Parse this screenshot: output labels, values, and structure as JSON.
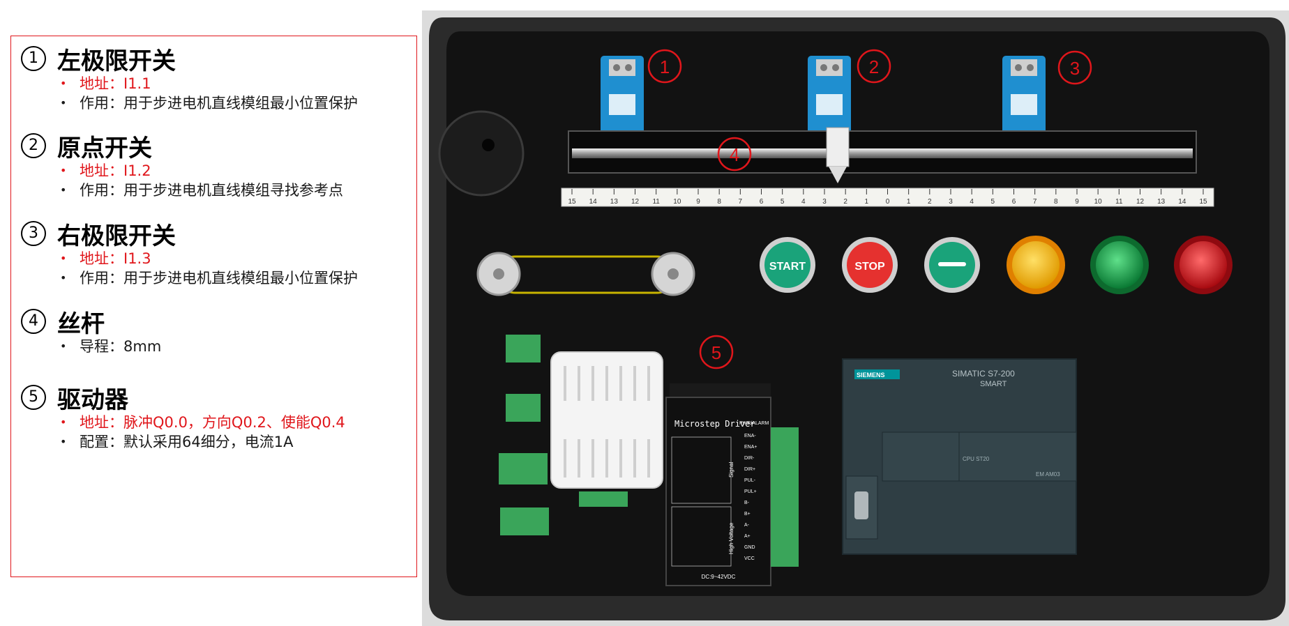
{
  "sections": [
    {
      "num": "1",
      "title": "左极限开关",
      "bullets": [
        {
          "text": "地址：I1.1",
          "red": true
        },
        {
          "text": "作用：用于步进电机直线模组最小位置保护",
          "red": false
        }
      ]
    },
    {
      "num": "2",
      "title": "原点开关",
      "bullets": [
        {
          "text": "地址：I1.2",
          "red": true
        },
        {
          "text": "作用：用于步进电机直线模组寻找参考点",
          "red": false
        }
      ]
    },
    {
      "num": "3",
      "title": "右极限开关",
      "bullets": [
        {
          "text": "地址：I1.3",
          "red": true
        },
        {
          "text": "作用：用于步进电机直线模组最小位置保护",
          "red": false
        }
      ]
    },
    {
      "num": "4",
      "title": "丝杆",
      "bullets": [
        {
          "text": "导程：8mm",
          "red": false
        }
      ]
    },
    {
      "num": "5",
      "title": "驱动器",
      "bullets": [
        {
          "text": "地址：脉冲Q0.0，方向Q0.2、使能Q0.4",
          "red": true
        },
        {
          "text": "配置：默认采用64细分，电流1A",
          "red": false
        }
      ]
    }
  ],
  "photo": {
    "markers": [
      "1",
      "2",
      "3",
      "4",
      "5"
    ],
    "buttons": {
      "start": "START",
      "stop": "STOP"
    },
    "ruler_ticks": [
      "15",
      "14",
      "13",
      "12",
      "11",
      "10",
      "9",
      "8",
      "7",
      "6",
      "5",
      "4",
      "3",
      "2",
      "1",
      "0",
      "1",
      "2",
      "3",
      "4",
      "5",
      "6",
      "7",
      "8",
      "9",
      "10",
      "11",
      "12",
      "13",
      "14",
      "15"
    ],
    "driver": {
      "title": "Microstep Driver",
      "power_label": "PWR/ALARM",
      "voltage": "DC:9~42VDC",
      "signal_label": "Signal",
      "hv_label": "High Voltage",
      "terminals": [
        "ENA-",
        "ENA+",
        "DIR-",
        "DIR+",
        "PUL-",
        "PUL+",
        "B-",
        "B+",
        "A-",
        "A+",
        "GND",
        "VCC"
      ]
    },
    "plc": {
      "brand": "SIEMENS",
      "model": "SIMATIC S7-200",
      "model2": "SMART",
      "cpu": "CPU ST20",
      "em": "EM AM03"
    },
    "colors": {
      "case": "#2b2b2b",
      "panel": "#121212",
      "sensor": "#1f8fd0",
      "start": "#1aa37a",
      "stop": "#e5312f",
      "green_button": "#1aa37a",
      "yellow_lamp": "#f2b800",
      "green_lamp": "#12a24a",
      "red_lamp": "#d8141c",
      "plc": "#2e3f45",
      "terminal_green": "#3aa55a",
      "marker": "#e0161b"
    }
  }
}
